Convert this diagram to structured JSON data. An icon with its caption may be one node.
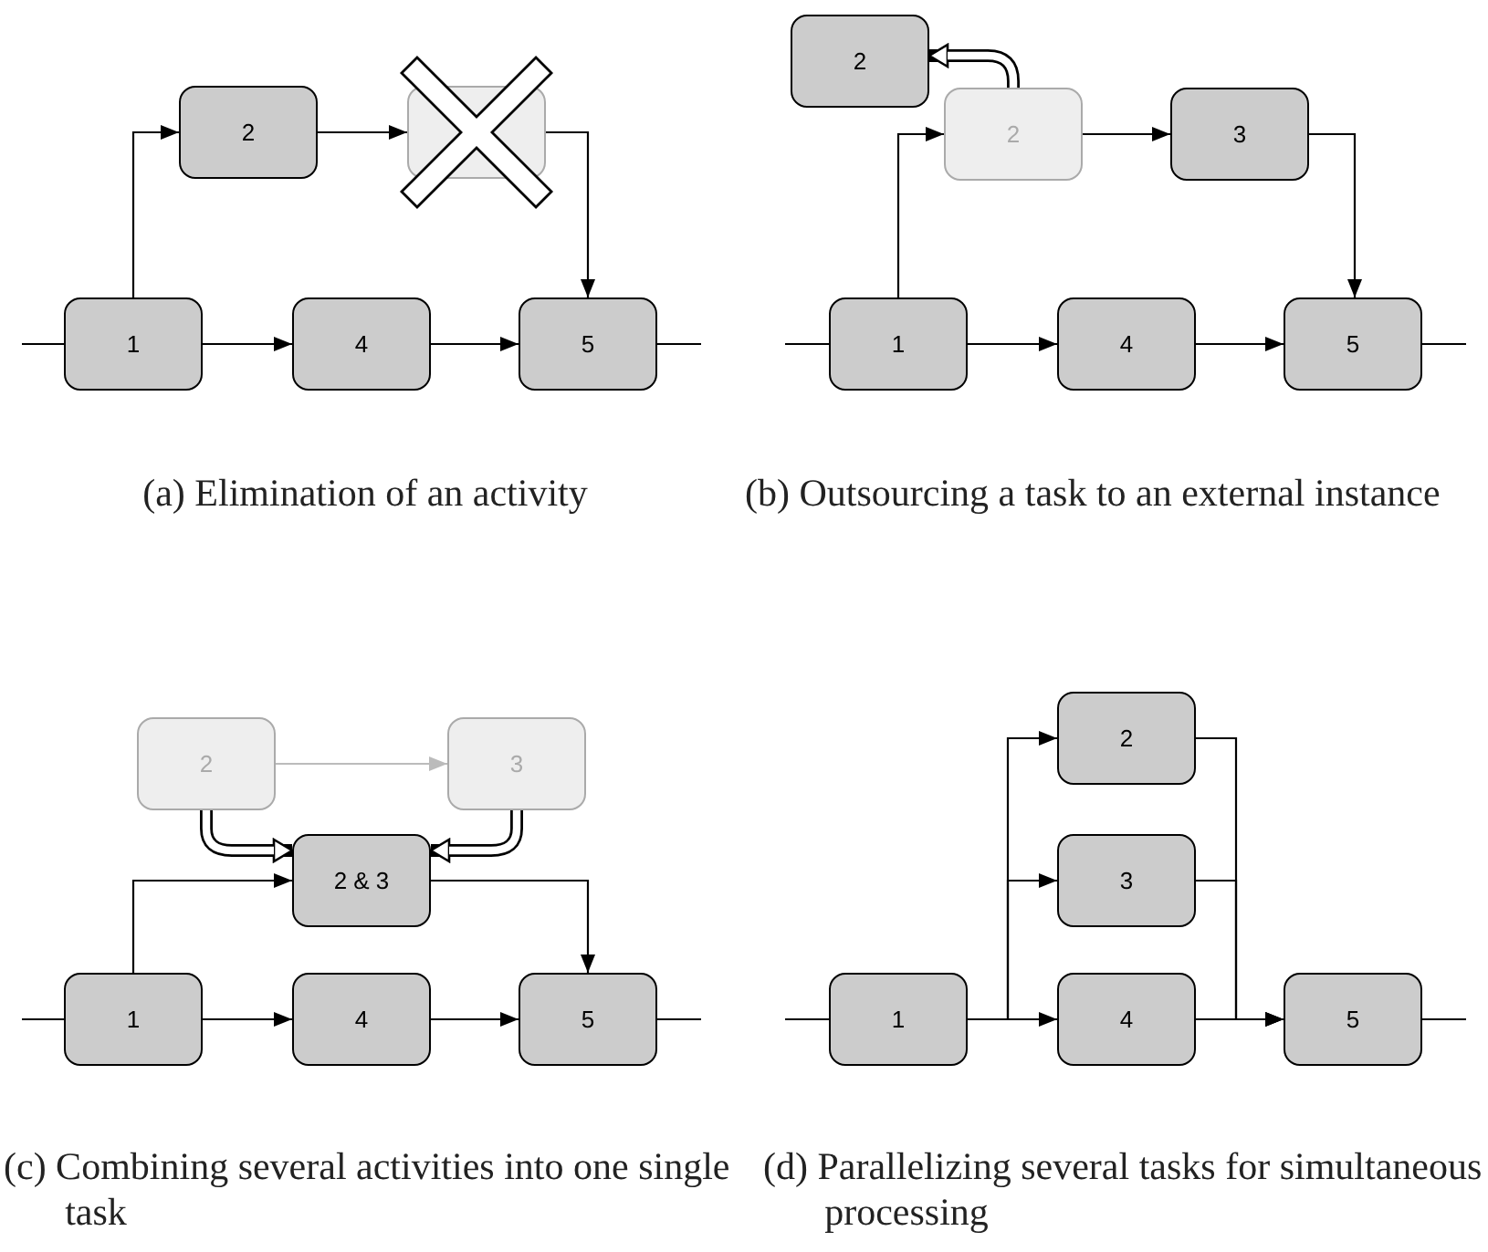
{
  "diagram": {
    "nodes": [
      {
        "text": [
          "2"
        ]
      },
      {
        "text": [],
        "shape": "box"
      },
      {
        "text": [
          "1"
        ]
      },
      {
        "text": [
          "4"
        ]
      },
      {
        "text": [
          "5"
        ]
      },
      {
        "text": [
          "2"
        ]
      },
      {
        "text": [
          "2"
        ]
      },
      {
        "text": [
          "3"
        ]
      },
      {
        "text": [
          "1"
        ]
      },
      {
        "text": [
          "4"
        ]
      },
      {
        "text": [
          "5"
        ]
      },
      {
        "text": [
          "2"
        ]
      },
      {
        "text": [
          "3"
        ]
      },
      {
        "text": [
          "2 & 3"
        ]
      },
      {
        "text": [
          "1"
        ]
      },
      {
        "text": [
          "4"
        ]
      },
      {
        "text": [
          "5"
        ]
      },
      {
        "text": [
          "2"
        ]
      },
      {
        "text": [
          "3"
        ]
      },
      {
        "text": [
          "1"
        ]
      },
      {
        "text": [
          "4"
        ]
      },
      {
        "text": [
          "5"
        ]
      }
    ],
    "edges": [
      {
        "from": null,
        "to": 2,
        "arrow": "none"
      },
      {
        "from": 2,
        "to": 3,
        "arrow": "to"
      },
      {
        "from": 3,
        "to": 4,
        "arrow": "to"
      },
      {
        "from": 4,
        "to": null,
        "arrow": "none"
      },
      {
        "from": 2,
        "to": 0,
        "arrow": "to"
      },
      {
        "from": 0,
        "to": 1,
        "arrow": "to"
      },
      {
        "from": 1,
        "to": 4,
        "arrow": "to"
      },
      {
        "from": null,
        "to": 8,
        "arrow": "none"
      },
      {
        "from": 8,
        "to": 9,
        "arrow": "to"
      },
      {
        "from": 9,
        "to": 10,
        "arrow": "to"
      },
      {
        "from": 10,
        "to": null,
        "arrow": "none"
      },
      {
        "from": 8,
        "to": 6,
        "arrow": "to"
      },
      {
        "from": 6,
        "to": 7,
        "arrow": "to"
      },
      {
        "from": 7,
        "to": 10,
        "arrow": "to"
      },
      {
        "from": 6,
        "to": 5,
        "arrow": "to",
        "style": "thick"
      },
      {
        "from": null,
        "to": 14,
        "arrow": "none"
      },
      {
        "from": 14,
        "to": 15,
        "arrow": "to"
      },
      {
        "from": 15,
        "to": 16,
        "arrow": "to"
      },
      {
        "from": 16,
        "to": null,
        "arrow": "none"
      },
      {
        "from": 14,
        "to": 13,
        "arrow": "to"
      },
      {
        "from": 13,
        "to": 16,
        "arrow": "to"
      },
      {
        "from": 11,
        "to": 12,
        "arrow": "to",
        "color": "#bbbbbb"
      },
      {
        "from": 11,
        "to": 13,
        "arrow": "to",
        "style": "thick"
      },
      {
        "from": 12,
        "to": 13,
        "arrow": "to",
        "style": "thick"
      },
      {
        "from": null,
        "to": 19,
        "arrow": "none"
      },
      {
        "from": 19,
        "to": 20,
        "arrow": "to"
      },
      {
        "from": 20,
        "to": 21,
        "arrow": "to"
      },
      {
        "from": 21,
        "to": null,
        "arrow": "none"
      },
      {
        "from": 19,
        "to": 17,
        "arrow": "to"
      },
      {
        "from": 19,
        "to": 18,
        "arrow": "to"
      },
      {
        "from": 17,
        "to": 21,
        "arrow": "to"
      },
      {
        "from": 18,
        "to": 21,
        "arrow": "to"
      }
    ],
    "labels": [
      "(a) Elimination of an activity",
      "(b) Outsourcing a task to an external instance",
      "(c) Combining several activities into one single task",
      "(d) Parallelizing several tasks for simultaneous processing"
    ]
  }
}
